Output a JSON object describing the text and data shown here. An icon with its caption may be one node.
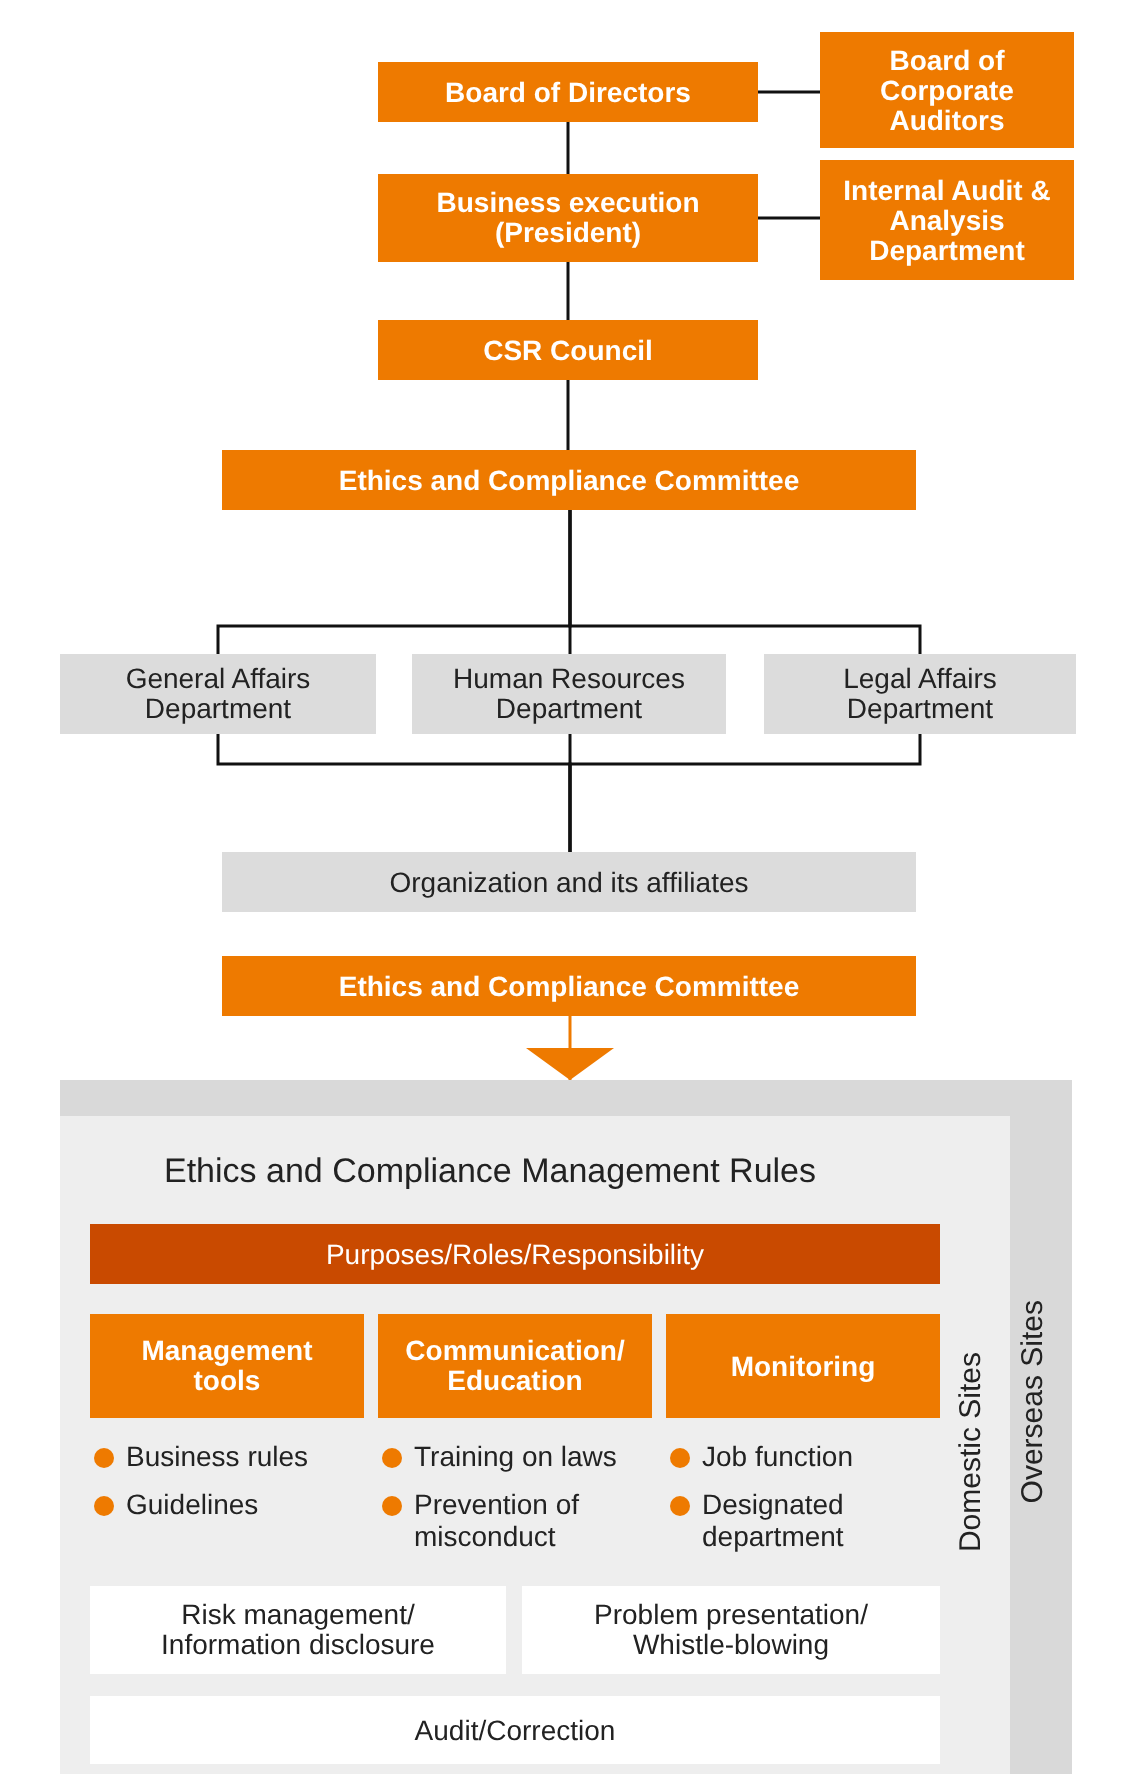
{
  "diagram": {
    "nodes": [
      {
        "text": [
          "Board of Directors"
        ]
      },
      {
        "text": [
          "Board of Corporate Auditors"
        ]
      },
      {
        "text": [
          "Business execution (President)"
        ]
      },
      {
        "text": [
          "Internal Audit & Analysis Department"
        ]
      },
      {
        "text": [
          "CSR Council"
        ]
      },
      {
        "text": [
          "Ethics and Compliance Committee"
        ]
      },
      {
        "text": [
          "General Affairs Department"
        ]
      },
      {
        "text": [
          "Human Resources Department"
        ]
      },
      {
        "text": [
          "Legal Affairs Department"
        ]
      },
      {
        "text": [
          "Organization and its affiliates"
        ]
      },
      {
        "text": [
          "Ethics and Compliance Committee"
        ]
      },
      {
        "text": [
          "Overseas Sites"
        ]
      },
      {
        "text": [
          "Ethics and Compliance Management Rules",
          "Domestic Sites"
        ],
        "in": 11
      },
      {
        "text": [
          "Purposes/Roles/Responsibility"
        ],
        "in": 12
      },
      {
        "text": [
          "Management tools"
        ],
        "in": 12
      },
      {
        "text": [
          "Communication/ Education"
        ],
        "in": 12
      },
      {
        "text": [
          "Monitoring"
        ],
        "in": 12
      },
      {
        "text": [
          "Risk management/ Information disclosure"
        ],
        "in": 12
      },
      {
        "text": [
          "Problem presentation/ Whistle-blowing"
        ],
        "in": 12
      },
      {
        "text": [
          "Audit/Correction"
        ],
        "in": 12
      }
    ],
    "edges": [
      {
        "from": 0,
        "to": 1,
        "arrow": "none"
      },
      {
        "from": 0,
        "to": 2,
        "arrow": "none"
      },
      {
        "from": 2,
        "to": 3,
        "arrow": "none"
      },
      {
        "from": 2,
        "to": 4,
        "arrow": "none"
      },
      {
        "from": 4,
        "to": 5,
        "arrow": "none"
      },
      {
        "from": 5,
        "to": 6,
        "arrow": "none"
      },
      {
        "from": 5,
        "to": 7,
        "arrow": "none"
      },
      {
        "from": 5,
        "to": 8,
        "arrow": "none"
      },
      {
        "from": 6,
        "to": 9,
        "arrow": "none"
      },
      {
        "from": 7,
        "to": 9,
        "arrow": "none"
      },
      {
        "from": 8,
        "to": 9,
        "arrow": "none"
      },
      {
        "from": 10,
        "to": 11,
        "arrow": "to",
        "color": "#ee7a00"
      }
    ],
    "labels": [
      "Business rules",
      "Training on laws",
      "Job function",
      "Guidelines",
      "Prevention of misconduct",
      "Designated department"
    ]
  }
}
